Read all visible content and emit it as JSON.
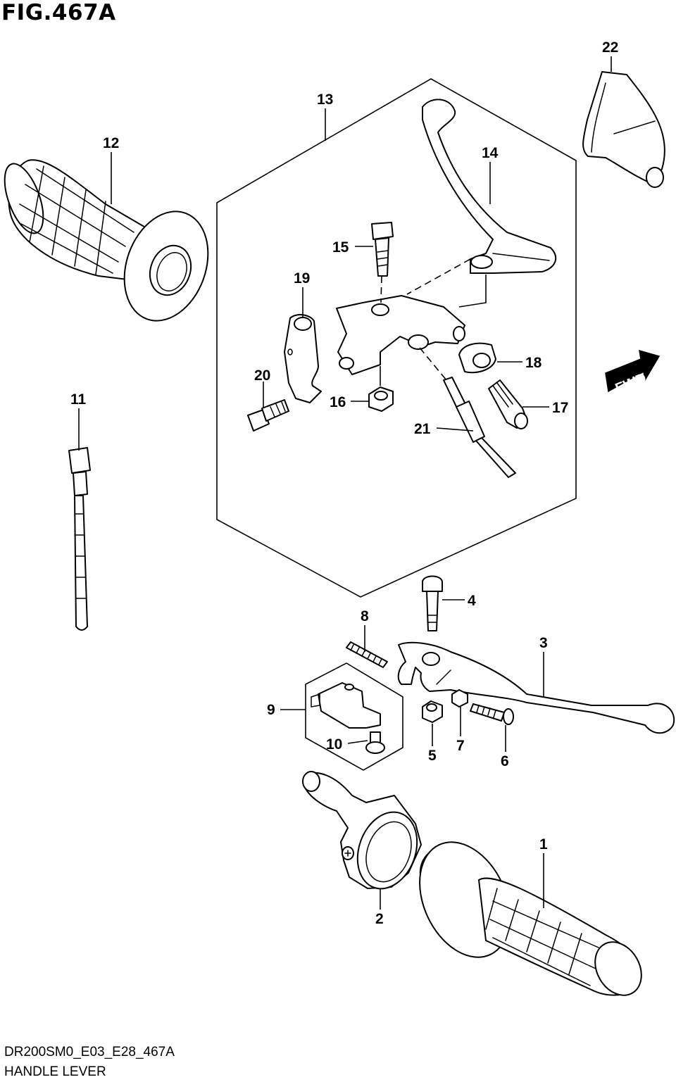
{
  "figure": {
    "title": "FIG.467A",
    "code": "DR200SM0_E03_E28_467A",
    "name": "HANDLE LEVER",
    "fwd_label": "FWD"
  },
  "callouts": [
    {
      "id": "1",
      "label": "1"
    },
    {
      "id": "2",
      "label": "2"
    },
    {
      "id": "3",
      "label": "3"
    },
    {
      "id": "4",
      "label": "4"
    },
    {
      "id": "5",
      "label": "5"
    },
    {
      "id": "6",
      "label": "6"
    },
    {
      "id": "7",
      "label": "7"
    },
    {
      "id": "8",
      "label": "8"
    },
    {
      "id": "9",
      "label": "9"
    },
    {
      "id": "10",
      "label": "10"
    },
    {
      "id": "11",
      "label": "11"
    },
    {
      "id": "12",
      "label": "12"
    },
    {
      "id": "13",
      "label": "13"
    },
    {
      "id": "14",
      "label": "14"
    },
    {
      "id": "15",
      "label": "15"
    },
    {
      "id": "16",
      "label": "16"
    },
    {
      "id": "17",
      "label": "17"
    },
    {
      "id": "18",
      "label": "18"
    },
    {
      "id": "19",
      "label": "19"
    },
    {
      "id": "20",
      "label": "20"
    },
    {
      "id": "21",
      "label": "21"
    },
    {
      "id": "22",
      "label": "22"
    }
  ]
}
